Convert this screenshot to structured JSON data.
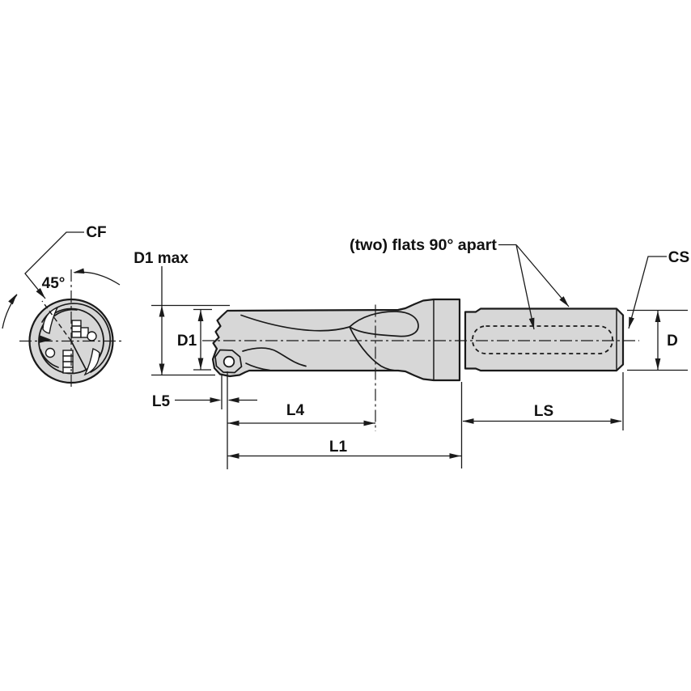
{
  "diagram": {
    "labels": {
      "cf": "CF",
      "angle_45": "45°",
      "d1_max": "D1 max",
      "d1": "D1",
      "flats_note": "(two) flats 90° apart",
      "cs": "CS",
      "d": "D",
      "l5": "L5",
      "l4": "L4",
      "l1": "L1",
      "ls": "LS"
    },
    "colors": {
      "metal_fill": "#d7d7d7",
      "line": "#1a1a1a",
      "background": "#ffffff"
    }
  }
}
